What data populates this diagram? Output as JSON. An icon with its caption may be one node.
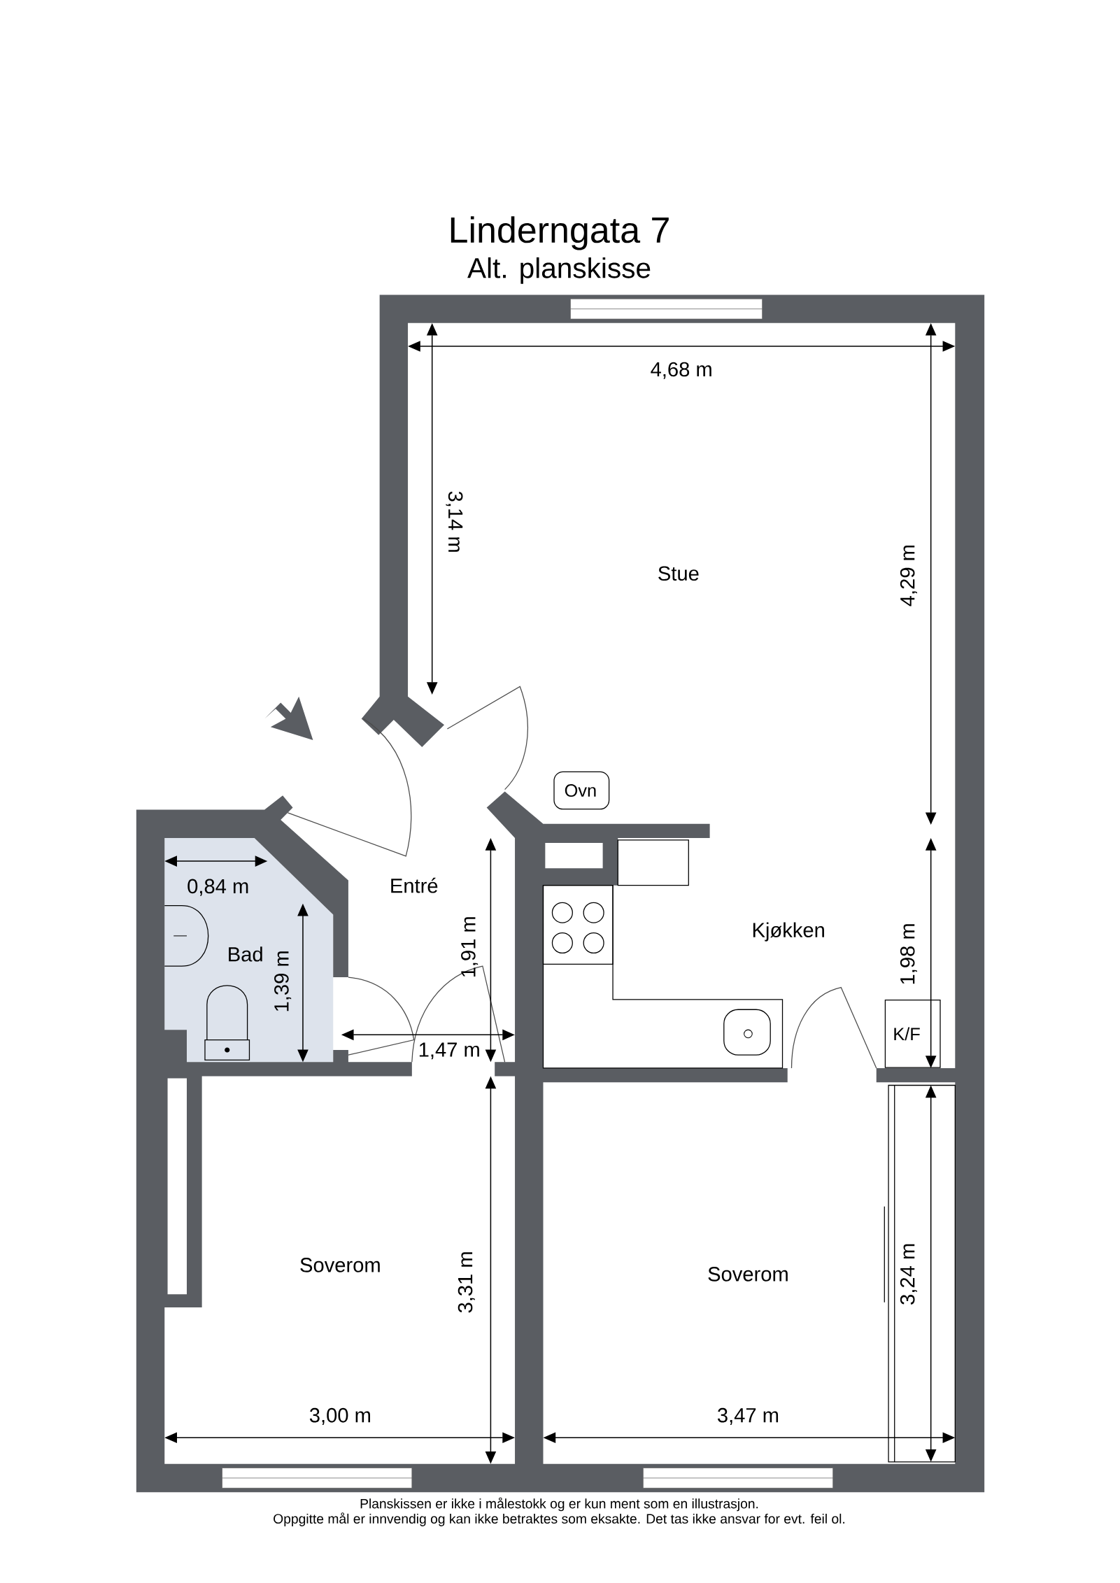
{
  "diagram": {
    "title": "Linderngata 7",
    "nodes": [
      {
        "text": [
          "Ovn"
        ]
      },
      {
        "text": [
          "K/F"
        ]
      }
    ],
    "labels": [
      "Alt. planskisse",
      "4,68 m",
      "3,14 m",
      "Stue",
      "4,29 m",
      "Entré",
      "0,84 m",
      "Kjøkken",
      "1,91 m",
      "Bad",
      "1,98 m",
      "1,39 m",
      "1,47 m",
      "Soverom",
      "3,31 m",
      "Soverom",
      "3,24 m",
      "3,00 m",
      "3,47 m",
      "Planskissen er ikke i målestokk og er kun ment som en illustrasjon.",
      "Oppgitte mål er innvendig og kan ikke betraktes som eksakte. Det tas ikke ansvar for evt. feil ol."
    ]
  }
}
